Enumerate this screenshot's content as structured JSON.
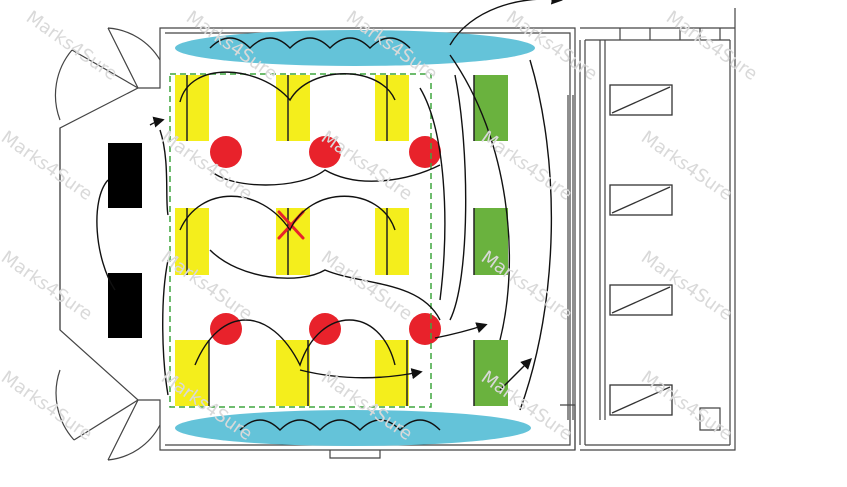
{
  "diagram": {
    "watermark": "Marks4Sure",
    "colors": {
      "hot_spot": "#e8222b",
      "cold_zone": "#64c3d9",
      "rack_yellow": "#f4ee1c",
      "rack_green": "#6ab23e",
      "cooling_unit": "#000000",
      "failed_marker": "#e8222b",
      "dashed_region": "#3fa53f",
      "airflow": "#111111",
      "walls": "#444444"
    },
    "racks_yellow_count": 9,
    "racks_green_count": 3,
    "hot_spots_count": 6,
    "cooling_units_count": 2,
    "server_cabinets_count": 4,
    "failed_rack_marker": "x-mark"
  }
}
